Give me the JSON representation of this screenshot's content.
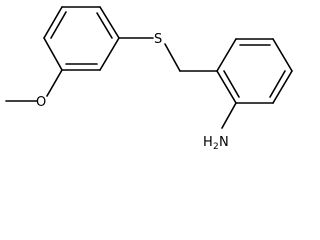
{
  "molecule": {
    "atoms": {
      "sulfur": "S",
      "oxygen": "O",
      "amine_main": "H",
      "amine_sub": "2",
      "amine_n": "N"
    }
  }
}
